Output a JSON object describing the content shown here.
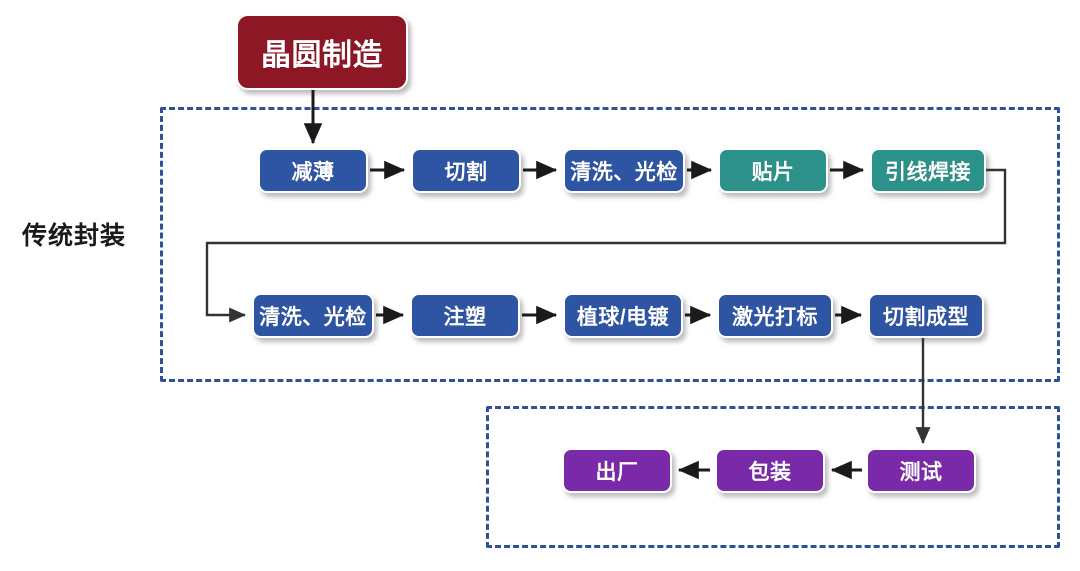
{
  "diagram": {
    "title_node": {
      "label": "晶圆制造",
      "color": "#8e1725"
    },
    "group_label_traditional": "传统封装",
    "colors": {
      "blue": "#2e55a3",
      "teal": "#2b9189",
      "purple": "#7a2aa8",
      "red": "#8e1725",
      "dashed_border": "#2e5198",
      "arrow": "#1a1a1a",
      "background": "#ffffff"
    },
    "row1": [
      {
        "label": "减薄",
        "color": "blue"
      },
      {
        "label": "切割",
        "color": "blue"
      },
      {
        "label": "清洗、光检",
        "color": "blue"
      },
      {
        "label": "贴片",
        "color": "teal"
      },
      {
        "label": "引线焊接",
        "color": "teal"
      }
    ],
    "row2": [
      {
        "label": "清洗、光检",
        "color": "blue"
      },
      {
        "label": "注塑",
        "color": "blue"
      },
      {
        "label": "植球/电镀",
        "color": "blue"
      },
      {
        "label": "激光打标",
        "color": "blue"
      },
      {
        "label": "切割成型",
        "color": "blue"
      }
    ],
    "row3": [
      {
        "label": "出厂",
        "color": "purple"
      },
      {
        "label": "包装",
        "color": "purple"
      },
      {
        "label": "测试",
        "color": "purple"
      }
    ],
    "flow_order": [
      "晶圆制造",
      "减薄",
      "切割",
      "清洗、光检",
      "贴片",
      "引线焊接",
      "清洗、光检",
      "注塑",
      "植球/电镀",
      "激光打标",
      "切割成型",
      "测试",
      "包装",
      "出厂"
    ]
  }
}
